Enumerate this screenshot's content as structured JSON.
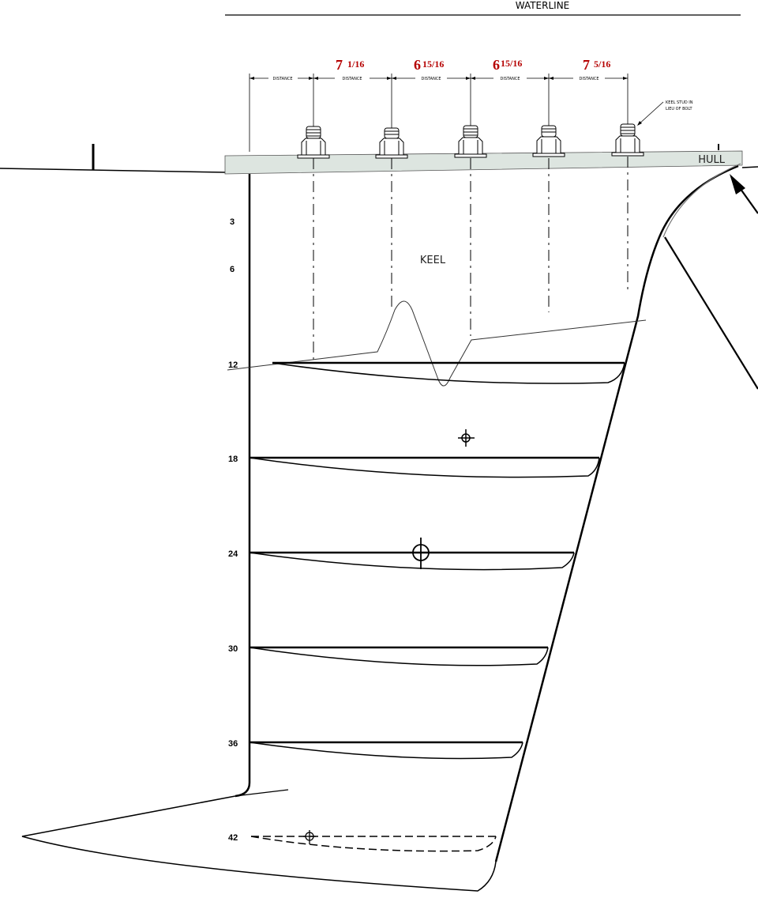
{
  "labels": {
    "waterline": "WATERLINE",
    "hull": "HULL",
    "keel": "KEEL",
    "keel_stud_note_line1": "KEEL STUD IN",
    "keel_stud_note_line2": "LIEU OF BOLT"
  },
  "dimensions": [
    {
      "label": "DISTANCE",
      "value": ""
    },
    {
      "label": "DISTANCE",
      "value": "7",
      "fraction": "1/16"
    },
    {
      "label": "DISTANCE",
      "value": "6",
      "fraction": "15/16"
    },
    {
      "label": "DISTANCE",
      "value": "6",
      "fraction": "15/16"
    },
    {
      "label": "DISTANCE",
      "value": "7",
      "fraction": "5/16"
    }
  ],
  "stations": [
    "3",
    "6",
    "12",
    "18",
    "24",
    "30",
    "36",
    "42"
  ],
  "colors": {
    "dimension_value": "#b50000",
    "hull_fill": "#dde5e0",
    "line": "#000000"
  }
}
